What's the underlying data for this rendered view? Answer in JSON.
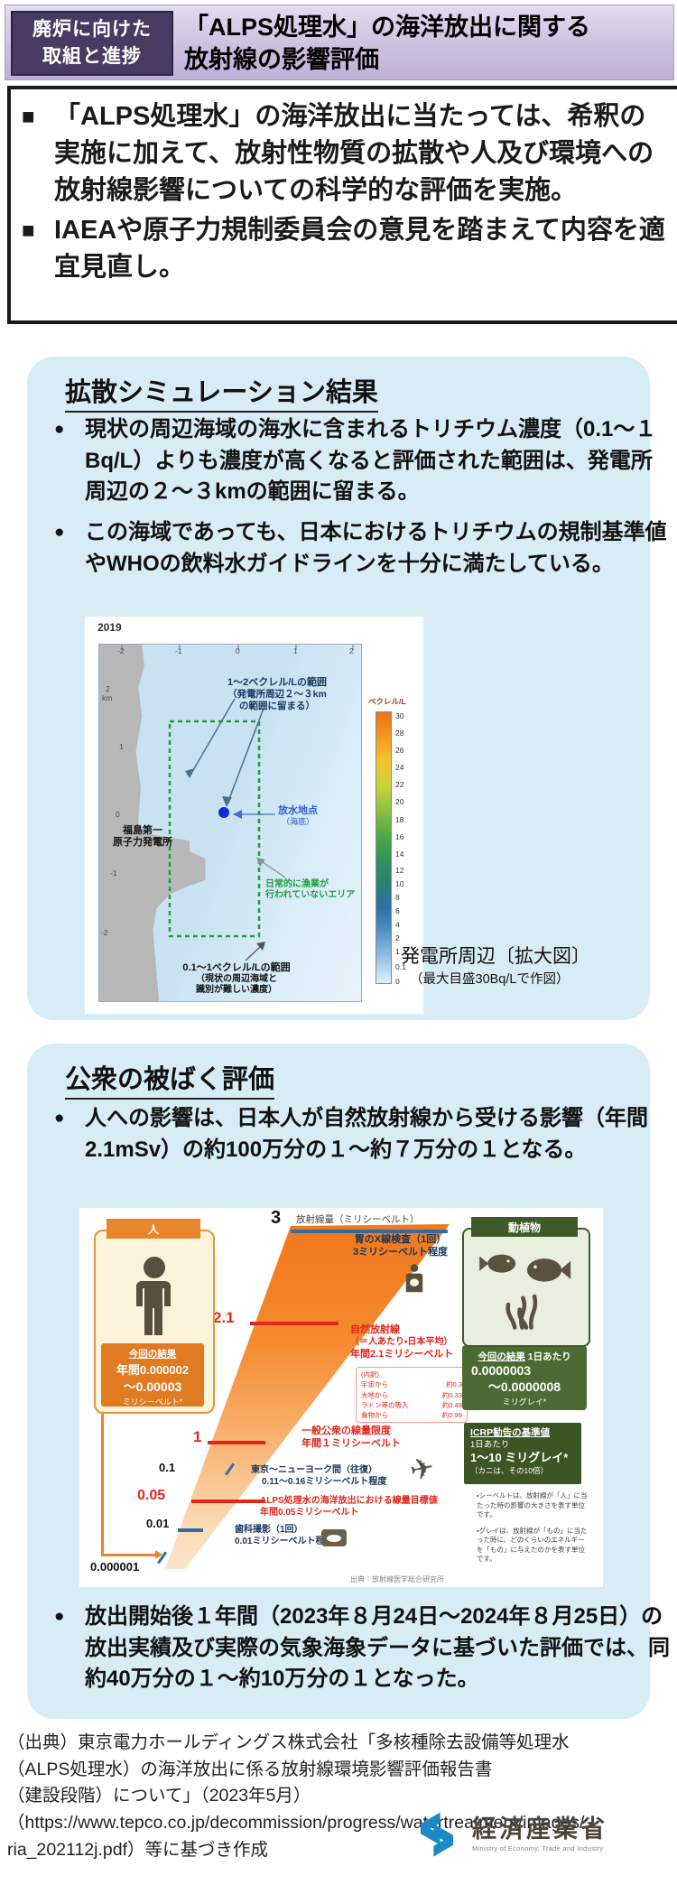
{
  "header": {
    "badge": {
      "line1": "廃炉に向けた",
      "line2": "取組と進捗"
    },
    "title": {
      "line1": "「ALPS処理水」の海洋放出に関する",
      "line2": "放射線の影響評価"
    }
  },
  "summary": {
    "bullets": [
      "「ALPS処理水」の海洋放出に当たっては、希釈の実施に加えて、放射性物質の拡散や人及び環境への放射線影響についての科学的な評価を実施。",
      "IAEAや原子力規制委員会の意見を踏まえて内容を適宜見直し。"
    ]
  },
  "sim": {
    "heading": "拡散シミュレーション結果",
    "bullets": [
      "現状の周辺海域の海水に含まれるトリチウム濃度（0.1～１Bq/L）よりも濃度が高くなると評価された範囲は、発電所周辺の２～３kmの範囲に留まる。",
      "この海域であっても、日本におけるトリチウムの規制基準値やWHOの飲料水ガイドラインを十分に満たしている。"
    ],
    "map": {
      "year": "2019",
      "x_ticks": [
        "-2",
        "-1",
        "0",
        "1",
        "2"
      ],
      "y_ticks": [
        "2",
        "1",
        "0",
        "-1",
        "-2"
      ],
      "y_unit": "km",
      "labels": {
        "range_high_1": "1～2ベクレル/Lの範囲",
        "range_high_2": "（発電所周辺２～３km",
        "range_high_3": "の範囲に留まる）",
        "discharge": "放水地点",
        "discharge_note": "（海底）",
        "plant_1": "福島第一",
        "plant_2": "原子力発電所",
        "fishery_1": "日常的に漁業が",
        "fishery_2": "行われていないエリア",
        "range_low_1": "0.1～1ベクレル/Lの範囲",
        "range_low_2": "（現状の周辺海域と",
        "range_low_3": "識別が難しい濃度）"
      },
      "colorbar": {
        "unit": "ベクレル/L",
        "ticks": [
          "30",
          "28",
          "26",
          "24",
          "22",
          "20",
          "18",
          "16",
          "14",
          "12",
          "10",
          "8",
          "6",
          "4",
          "2",
          "1",
          "0.1",
          "0"
        ]
      },
      "caption": "発電所周辺〔拡大図〕",
      "caption_note": "（最大目盛30Bq/Lで作図）"
    }
  },
  "exp": {
    "heading": "公衆の被ばく評価",
    "bullets": [
      "人への影響は、日本人が自然放射線から受ける影響（年間2.1mSv）の約100万分の１～約７万分の１となる。",
      "放出開始後１年間（2023年８月24日～2024年８月25日）の放出実績及び実際の気象海象データに基づいた評価では、同約40万分の１～約10万分の１となった。"
    ],
    "figure": {
      "axis_title": "放射線量（ミリシーベルト）",
      "scale": {
        "s3": "3",
        "s21": "2.1",
        "s1": "1",
        "s01": "0.1",
        "s005": "0.05",
        "s001": "0.01",
        "smin": "0.000001"
      },
      "human": {
        "header": "人",
        "result_label": "今回の結果",
        "value1": "年間0.000002",
        "value2": "～0.00003",
        "unit": "ミリシーベルト*"
      },
      "ann": {
        "xray_1": "胃のX線検査（1回）",
        "xray_2": "3ミリシーベルト程度",
        "natural_1": "自然放射線",
        "natural_2": "（＝人あたり・日本平均）",
        "natural_3": "年間2.1ミリシーベルト",
        "breakdown_title": "(内訳)",
        "breakdown": [
          {
            "label": "宇宙から",
            "value": "約0.3"
          },
          {
            "label": "大地から",
            "value": "約0.33"
          },
          {
            "label": "ラドン等の吸入",
            "value": "約0.48"
          },
          {
            "label": "食物から",
            "value": "約0.99"
          }
        ],
        "limit_1": "一般公衆の線量限度",
        "limit_2": "年間１ミリシーベルト",
        "flight_1": "東京～ニューヨーク間（往復）",
        "flight_2": "0.11～0.16ミリシーベルト程度",
        "alps_1": "ALPS処理水の海洋放出における線量目標値",
        "alps_2": "年間0.05ミリシーベルト",
        "dental_1": "歯科撮影（1回）",
        "dental_2": "0.01ミリシーベルト程度"
      },
      "biota": {
        "header": "動植物",
        "result_label": "今回の結果",
        "result_sub": "1日あたり",
        "value1": "0.0000003",
        "value2": "～0.0000008",
        "unit": "ミリグレイ*",
        "icrp_title": "ICRP勧告の基準値",
        "icrp_sub": "1日あたり",
        "icrp_value": "1～10 ミリグレイ*",
        "icrp_note": "（カニは、その10倍）"
      },
      "notes": [
        "・シーベルトは、放射線が「人」に当たった時の影響の大きさを表す単位です。",
        "・グレイは、放射線が「もの」に当たった時に、どのくらいのエネルギーを「もの」に与えたのかを表す単位です。"
      ],
      "source": "出典：放射線医学総合研究所"
    }
  },
  "footer": {
    "lines": [
      "（出典）東京電力ホールディングス株式会社「多核種除去設備等処理水",
      "（ALPS処理水）の海洋放出に係る放射線環境影響評価報告書",
      "（建設段階）について」（2023年5月）",
      "（https://www.tepco.co.jp/decommission/progress/watertreatment/images/",
      "ria_202112j.pdf）等に基づき作成"
    ],
    "logo": {
      "name": "経済産業省",
      "sub": "Ministry of Economy, Trade and Industry"
    }
  },
  "colors": {
    "header_purple": "#c9bcdc",
    "badge_purple": "#483a61",
    "section_blue": "#d8ecf5",
    "wedge_orange": "#f1751b",
    "marker_red": "#e3261a",
    "marker_blue": "#2e6da4",
    "biota_green": "#3e5a28",
    "meti_blue": "#1b8ac6"
  }
}
